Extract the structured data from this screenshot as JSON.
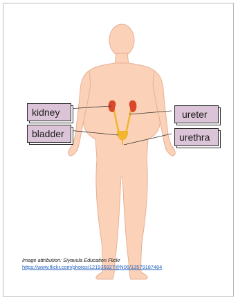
{
  "labels": {
    "kidney": "kidney",
    "bladder": "bladder",
    "ureter": "ureter",
    "urethra": "urethra"
  },
  "attribution": {
    "text": "Image attribution: Siyavula Education Flickr",
    "url": "https://www.flickr.com/photos/121935927@N06/13579187484"
  },
  "colors": {
    "skin": "#fbd1b8",
    "skin_outline": "#e6b094",
    "organ_red": "#d9482a",
    "bladder_yellow": "#f2b52f",
    "label_fill": "#dcc4d8"
  }
}
